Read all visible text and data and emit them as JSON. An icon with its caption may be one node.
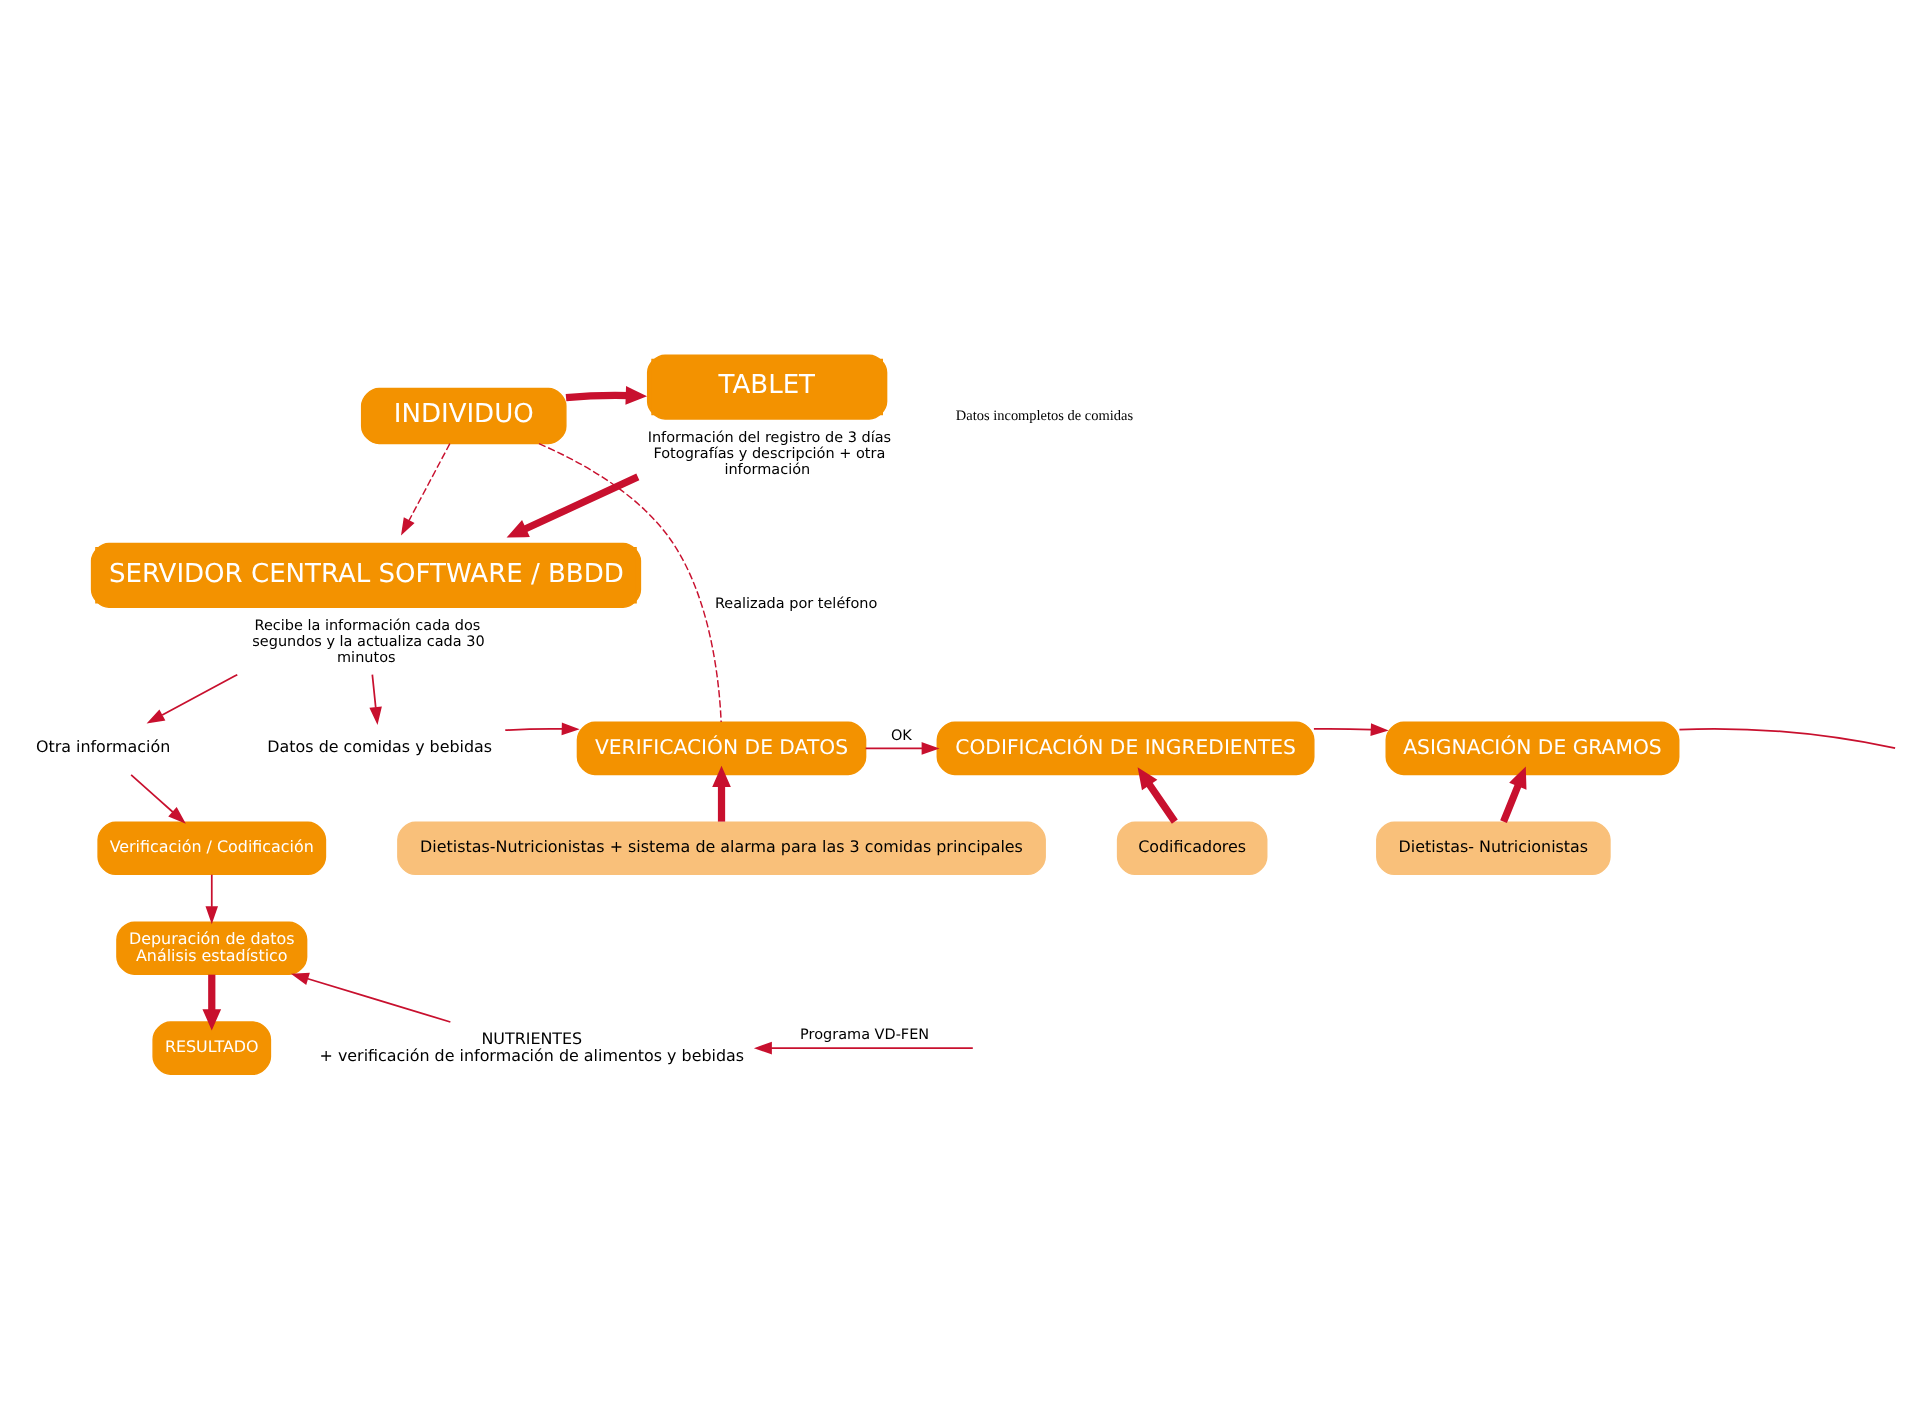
{
  "diagram": {
    "nodes": [
      {
        "text": [
          "INDIVIDUO"
        ]
      },
      {
        "text": [
          "TABLET"
        ],
        "beside": [
          "Información del registro de 3 días Fotografías y descripción + otra información"
        ]
      },
      {
        "text": [
          "SERVIDOR CENTRAL SOFTWARE / BBDD"
        ],
        "beside": [
          "Recibe la información cada dos segundos y la actualiza cada 30 minutos"
        ]
      },
      {
        "text": [
          "Otra información"
        ]
      },
      {
        "text": [
          "Datos de comidas y bebidas"
        ]
      },
      {
        "text": [
          "Verificación / Codificación"
        ]
      },
      {
        "text": [
          "Depuración de datos",
          "Análisis estadístico"
        ]
      },
      {
        "text": [
          "RESULTADO"
        ]
      },
      {
        "text": [
          "VERIFICACIÓN DE DATOS"
        ]
      },
      {
        "text": [
          "Dietistas-Nutricionistas + sistema de alarma para las 3 comidas principales"
        ]
      },
      {
        "text": [
          "CODIFICACIÓN DE INGREDIENTES"
        ]
      },
      {
        "text": [
          "Codificadores"
        ]
      },
      {
        "text": [
          "ASIGNACIÓN DE GRAMOS"
        ]
      },
      {
        "text": [
          "Dietistas- Nutricionistas"
        ]
      },
      {
        "text": [
          "NUTRIENTES",
          "+ verificación de información de alimentos y bebidas"
        ]
      }
    ],
    "edges": [
      {
        "from": 0,
        "to": 1,
        "arrow": "to",
        "style": "thick"
      },
      {
        "from": 1,
        "to": 2,
        "arrow": "to",
        "style": "thick"
      },
      {
        "from": 0,
        "to": 2,
        "arrow": "to",
        "style": "dashed"
      },
      {
        "from": 2,
        "to": 3,
        "arrow": "to"
      },
      {
        "from": 2,
        "to": 4,
        "arrow": "to"
      },
      {
        "from": 3,
        "to": 5,
        "arrow": "to"
      },
      {
        "from": 5,
        "to": 6,
        "arrow": "to"
      },
      {
        "from": 6,
        "to": 7,
        "arrow": "to",
        "style": "thick"
      },
      {
        "from": 4,
        "to": 8,
        "arrow": "to"
      },
      {
        "from": 0,
        "to": 8,
        "arrow": "none",
        "style": "dashed",
        "label": "Realizada por teléfono"
      },
      {
        "from": 9,
        "to": 8,
        "arrow": "to",
        "style": "thick"
      },
      {
        "from": 8,
        "to": 10,
        "arrow": "to",
        "label": "OK"
      },
      {
        "from": 11,
        "to": 10,
        "arrow": "to",
        "style": "thick"
      },
      {
        "from": 10,
        "to": 12,
        "arrow": "to"
      },
      {
        "from": 13,
        "to": 12,
        "arrow": "to",
        "style": "thick"
      },
      {
        "from": 12,
        "to": null,
        "arrow": "none"
      },
      {
        "from": null,
        "to": 14,
        "arrow": "to",
        "label": "Programa VD-FEN"
      },
      {
        "from": 14,
        "to": 6,
        "arrow": "to"
      }
    ],
    "labels": [
      "Datos incompletos de comidas"
    ]
  }
}
